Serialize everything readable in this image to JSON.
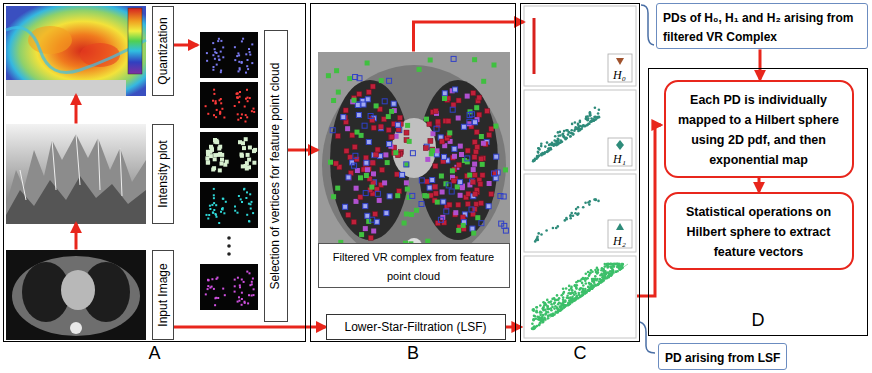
{
  "diagram": {
    "nodes": [
      {
        "text": [
          "A"
        ]
      },
      {
        "text": [
          "Quantization"
        ],
        "in": 0
      },
      {
        "text": [
          "Intensity plot"
        ],
        "in": 0
      },
      {
        "text": [
          "Input Image"
        ],
        "in": 0
      },
      {
        "text": [
          "Selection of vertices for feature point cloud"
        ],
        "in": 0
      },
      {
        "text": [
          "B"
        ]
      },
      {
        "text": [
          "Filtered VR complex from feature point cloud"
        ],
        "in": 5
      },
      {
        "text": [
          "Lower-Star-Filtration (LSF)"
        ],
        "in": 5
      },
      {
        "text": [
          "C"
        ]
      },
      {
        "text": [
          "H₀"
        ],
        "in": 8
      },
      {
        "text": [
          "H₁"
        ],
        "in": 8
      },
      {
        "text": [
          "H₂"
        ],
        "in": 8
      },
      {
        "text": [
          "PDs of H₀, H₁ and H₂ arising from filtered VR Complex"
        ]
      },
      {
        "text": [
          "PD arising from LSF"
        ]
      },
      {
        "text": [
          "D"
        ]
      },
      {
        "text": [
          "Each PD is individually mapped to a Hilbert sphere using 2D pdf, and then exponential map"
        ],
        "in": 14
      },
      {
        "text": [
          "Statistical operations on Hilbert sphere to extract feature vectors"
        ],
        "in": 14
      }
    ],
    "edges": [
      {
        "from": 3,
        "to": 2,
        "arrow": "to"
      },
      {
        "from": 2,
        "to": 1,
        "arrow": "to"
      },
      {
        "from": 1,
        "to": 4,
        "arrow": "to"
      },
      {
        "from": 4,
        "to": 6,
        "arrow": "to"
      },
      {
        "from": 3,
        "to": 7,
        "arrow": "to"
      },
      {
        "from": 6,
        "to": 9,
        "arrow": "to"
      },
      {
        "from": 12,
        "to": 15,
        "arrow": "to"
      },
      {
        "from": 15,
        "to": 16,
        "arrow": "to"
      }
    ]
  }
}
